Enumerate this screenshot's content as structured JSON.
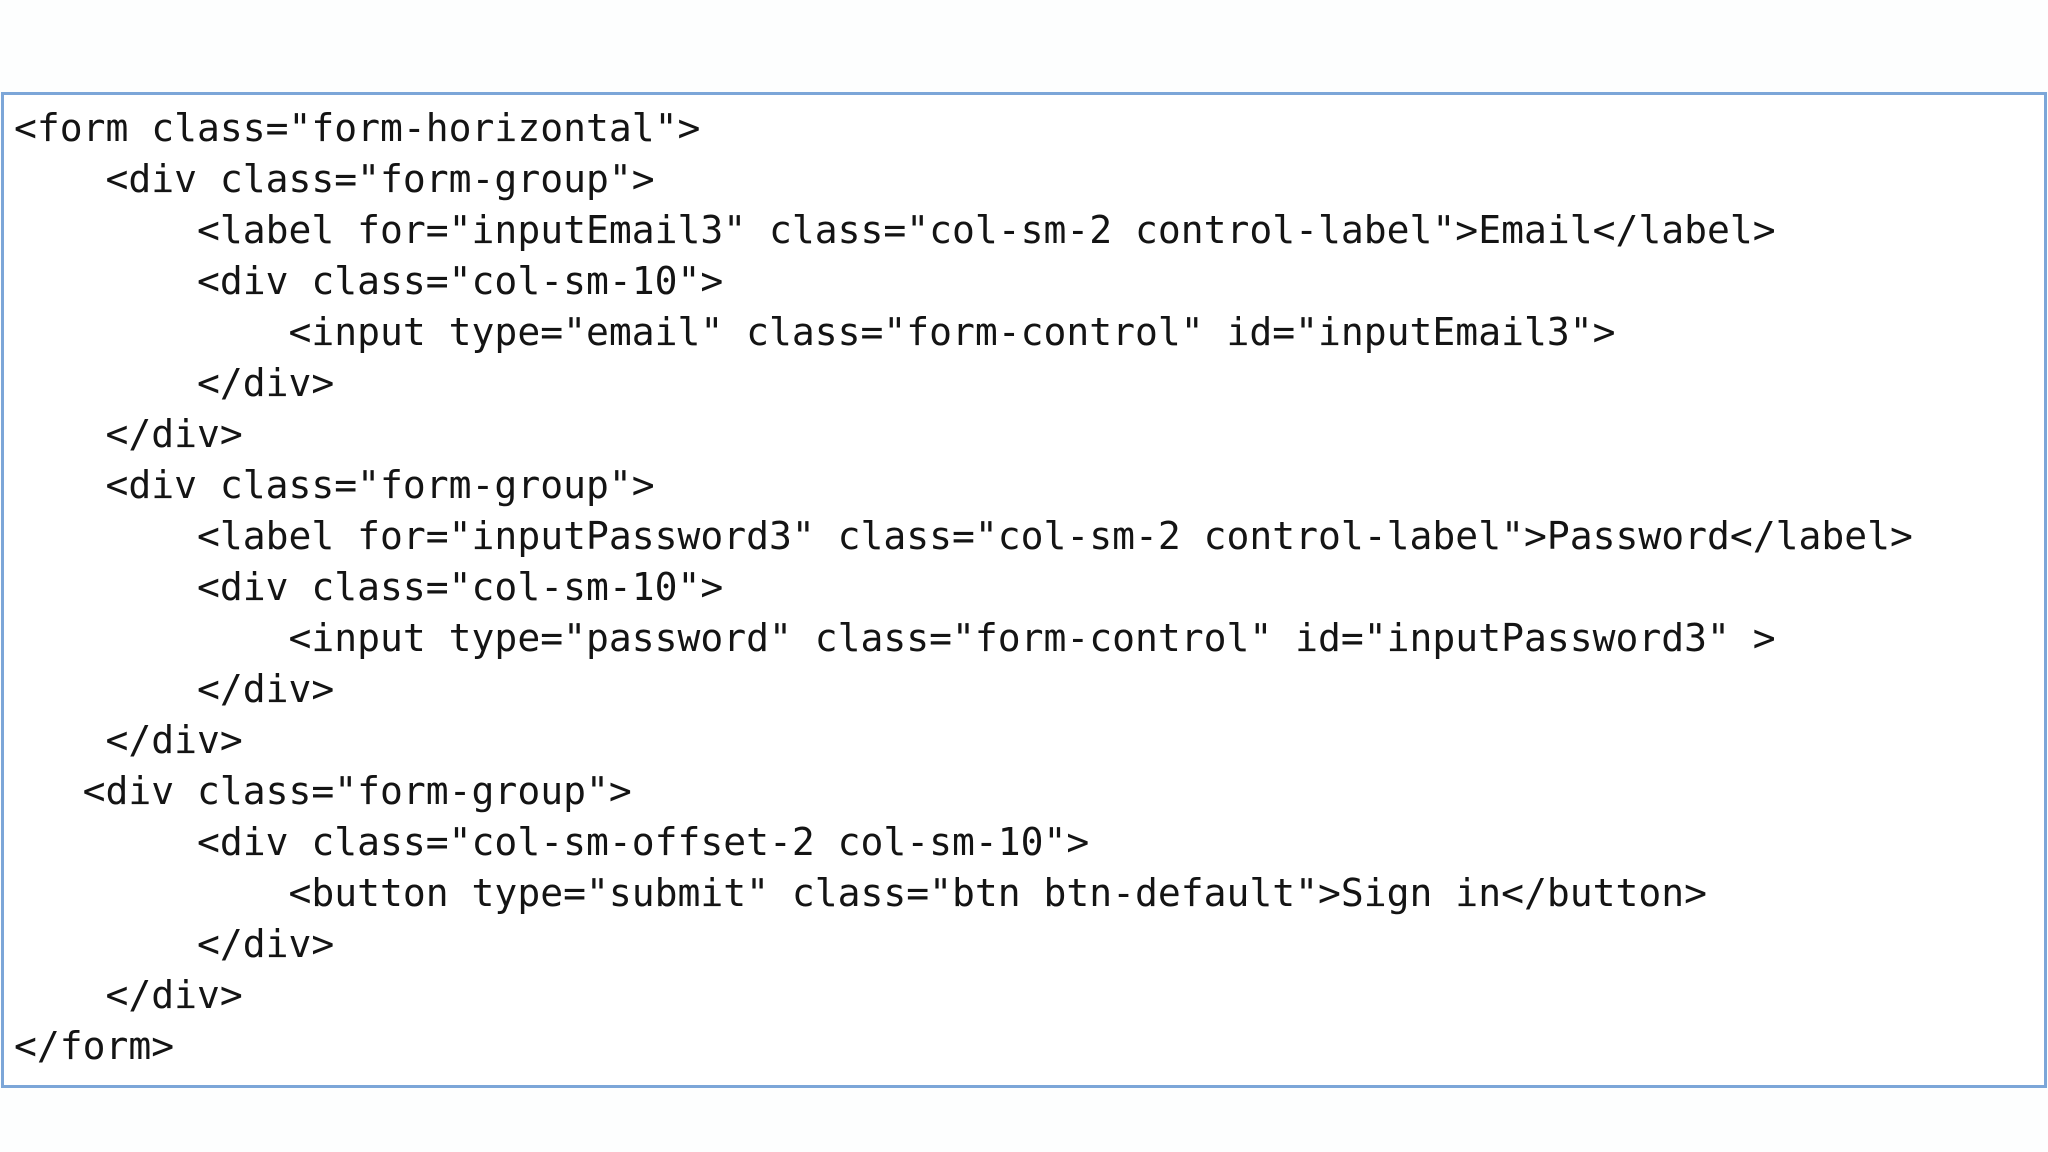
{
  "colors": {
    "box_border": "#7ca6d8",
    "code_text": "#141414",
    "page_background": "#ffffff"
  },
  "code": {
    "lines": [
      "<form class=\"form-horizontal\">",
      "    <div class=\"form-group\">",
      "        <label for=\"inputEmail3\" class=\"col-sm-2 control-label\">Email</label>",
      "        <div class=\"col-sm-10\">",
      "            <input type=\"email\" class=\"form-control\" id=\"inputEmail3\">",
      "        </div>",
      "    </div>",
      "    <div class=\"form-group\">",
      "        <label for=\"inputPassword3\" class=\"col-sm-2 control-label\">Password</label>",
      "        <div class=\"col-sm-10\">",
      "            <input type=\"password\" class=\"form-control\" id=\"inputPassword3\" >",
      "        </div>",
      "    </div>",
      "   <div class=\"form-group\">",
      "        <div class=\"col-sm-offset-2 col-sm-10\">",
      "            <button type=\"submit\" class=\"btn btn-default\">Sign in</button>",
      "        </div>",
      "    </div>",
      "</form>"
    ]
  }
}
